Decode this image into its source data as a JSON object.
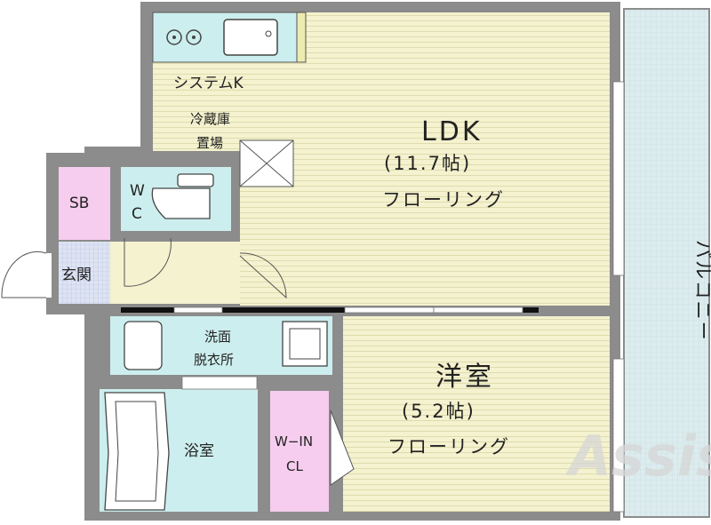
{
  "rooms": {
    "kitchen": "システムK",
    "fridge_line1": "冷蔵庫",
    "fridge_line2": "置場",
    "ldk_name": "LDK",
    "ldk_size": "(11.7帖)",
    "ldk_floor": "フローリング",
    "balcony": "バルコニー",
    "storage": "SB",
    "wc_line1": "W",
    "wc_line2": "C",
    "entrance": "玄関",
    "washroom_line1": "洗面",
    "washroom_line2": "脱衣所",
    "bath": "浴室",
    "closet_line1": "W−IN",
    "closet_line2": "CL",
    "western_name": "洋室",
    "western_size": "(5.2帖)",
    "western_floor": "フローリング"
  },
  "watermark": "Assist",
  "colors": {
    "wall": "#8c8c8c",
    "floor": "#f4f2cf",
    "floor_line": "#dedcae",
    "wet_area": "#cdeeee",
    "storage_pink": "#f6cdee",
    "balcony": "#dcecef",
    "entrance_tile": "#dde3f3"
  }
}
